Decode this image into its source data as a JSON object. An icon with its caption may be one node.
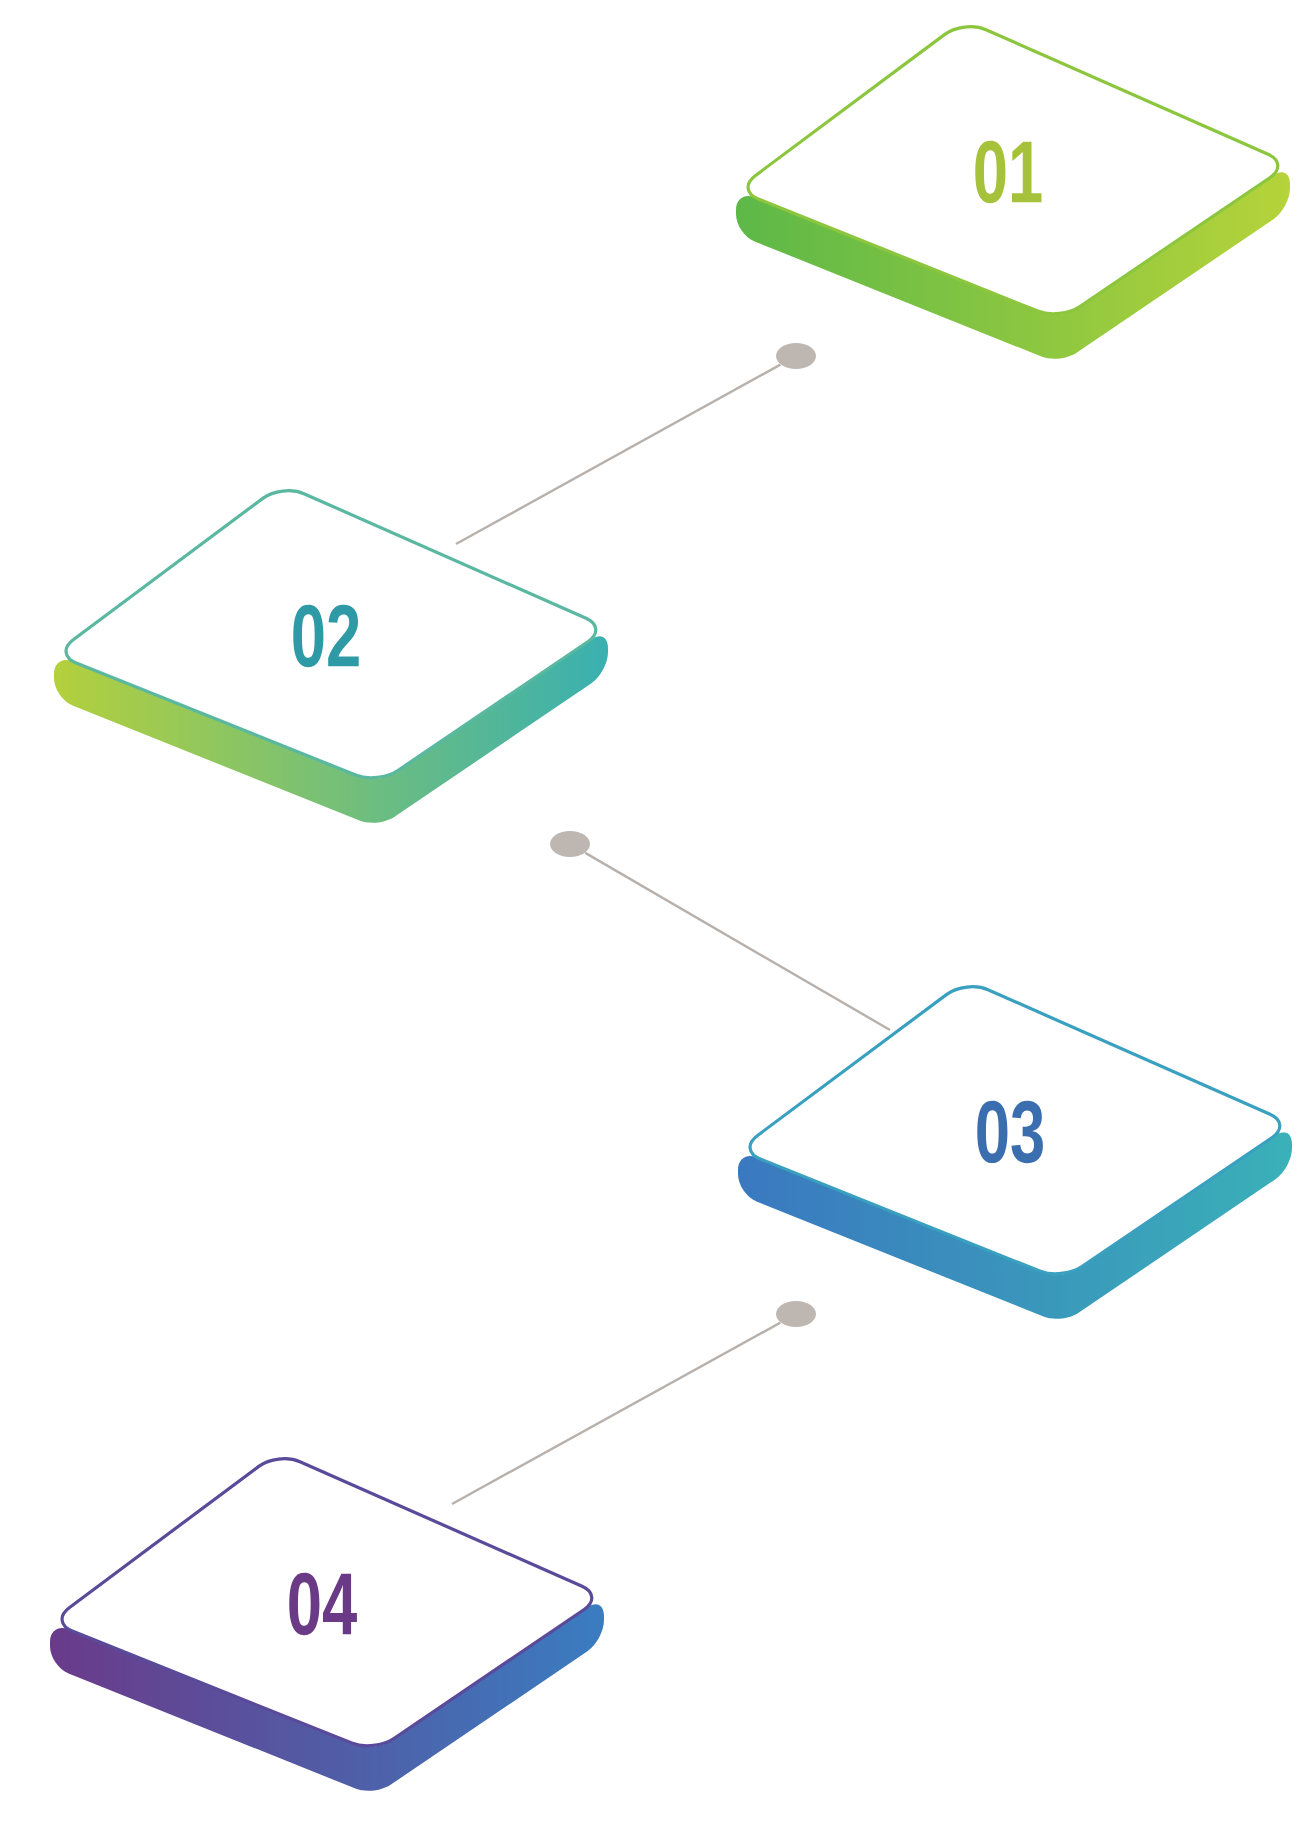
{
  "diagram": {
    "nodes": [
      {
        "text": [
          "01"
        ]
      },
      {
        "text": [],
        "shape": "circle"
      },
      {
        "text": [
          "02"
        ]
      },
      {
        "text": [],
        "shape": "circle"
      },
      {
        "text": [
          "03"
        ]
      },
      {
        "text": [],
        "shape": "circle"
      },
      {
        "text": [
          "04"
        ]
      }
    ],
    "edges": [
      {
        "from": 2,
        "to": 1,
        "arrow": "none"
      },
      {
        "from": 4,
        "to": 3,
        "arrow": "none"
      },
      {
        "from": 6,
        "to": 5,
        "arrow": "none"
      }
    ]
  }
}
